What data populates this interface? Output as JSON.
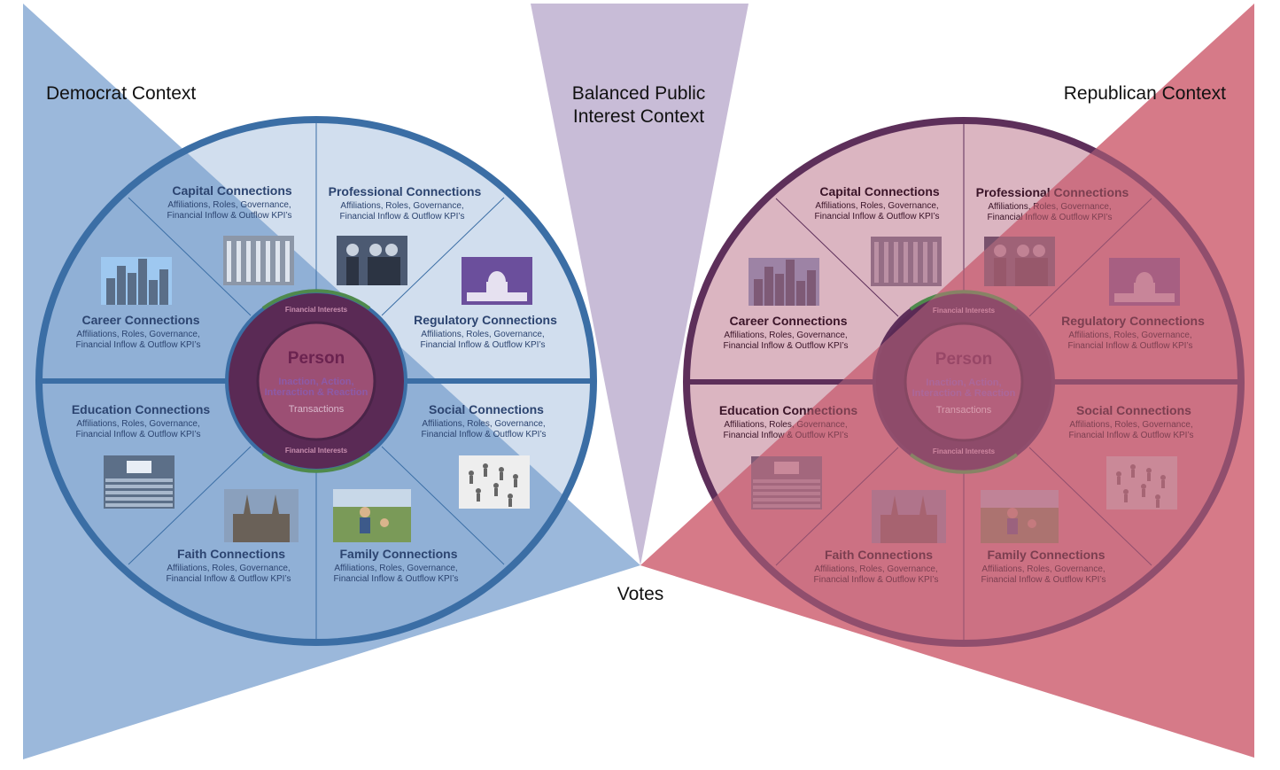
{
  "contexts": {
    "democrat": "Democrat Context",
    "balanced_line1": "Balanced Public",
    "balanced_line2": "Interest Context",
    "republican": "Republican Context",
    "votes": "Votes"
  },
  "colors": {
    "democrat": "#9bb8db",
    "republican": "#d67a89",
    "balanced": "#b9a9cc",
    "democrat_ring": "#3b6ea5",
    "republican_ring": "#5d2f5a",
    "overlap": "#a04a70"
  },
  "wheel": {
    "person": "Person",
    "person_line1": "Inaction, Action,",
    "person_line2": "Interaction & Reaction",
    "transactions": "Transactions",
    "financial_interests_top": "Financial Interests",
    "financial_interests_bottom": "Financial Interests",
    "sub_line1": "Affiliations, Roles, Governance,",
    "sub_line2": "Financial Inflow & Outflow KPI’s",
    "connections": [
      {
        "key": "capital",
        "label": "Capital Connections",
        "image": "columns-photo"
      },
      {
        "key": "professional",
        "label": "Professional Connections",
        "image": "business-people-photo"
      },
      {
        "key": "career",
        "label": "Career Connections",
        "image": "skyline-photo"
      },
      {
        "key": "regulatory",
        "label": "Regulatory Connections",
        "image": "capitol-photo"
      },
      {
        "key": "education",
        "label": "Education Connections",
        "image": "lecture-hall-photo"
      },
      {
        "key": "social",
        "label": "Social Connections",
        "image": "network-figures-photo"
      },
      {
        "key": "faith",
        "label": "Faith Connections",
        "image": "cathedral-photo"
      },
      {
        "key": "family",
        "label": "Family Connections",
        "image": "family-photo"
      }
    ]
  }
}
